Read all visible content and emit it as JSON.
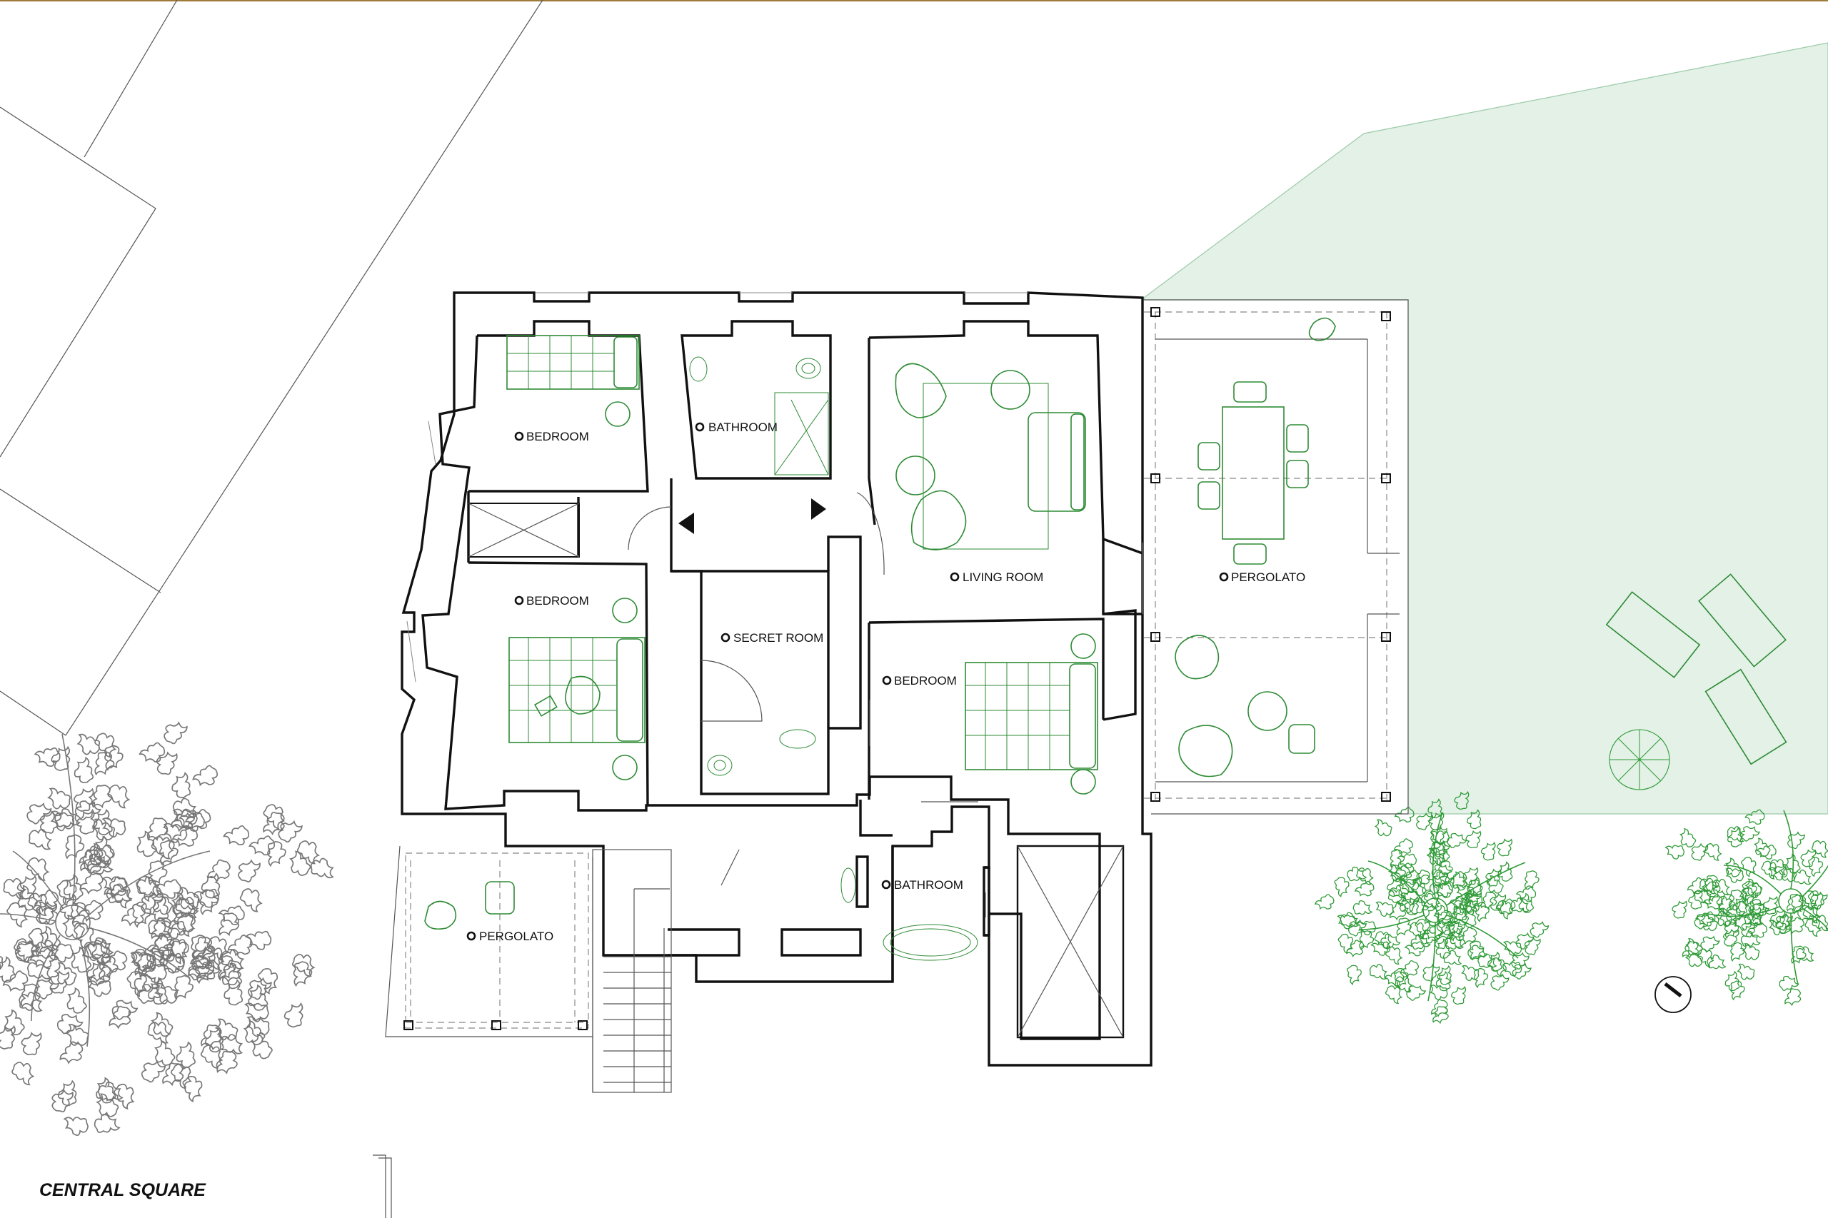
{
  "colors": {
    "background": "#ffffff",
    "walls": "#111111",
    "furniture": "#2e8b35",
    "lawn": "#e3f1e7",
    "lawn_edge": "#9ccaa8",
    "trees_grey": "#777777",
    "trees_green": "#2e9a36",
    "top_rule": "#a07a3a"
  },
  "rooms": {
    "bedroom_nw": "BEDROOM",
    "bathroom_north": "BATHROOM",
    "living_room": "LIVING ROOM",
    "pergolato_east": "PERGOLATO",
    "bedroom_west": "BEDROOM",
    "secret_room": "SECRET ROOM",
    "bedroom_east": "BEDROOM",
    "bathroom_south": "BATHROOM",
    "pergolato_south": "PERGOLATO"
  },
  "site": {
    "square_label": "CENTRAL SQUARE"
  },
  "icons": {
    "room_marker": "circle-marker-icon",
    "entrance_arrows": "triangle-arrow-icon",
    "north_sign": "north-arrow-icon"
  }
}
